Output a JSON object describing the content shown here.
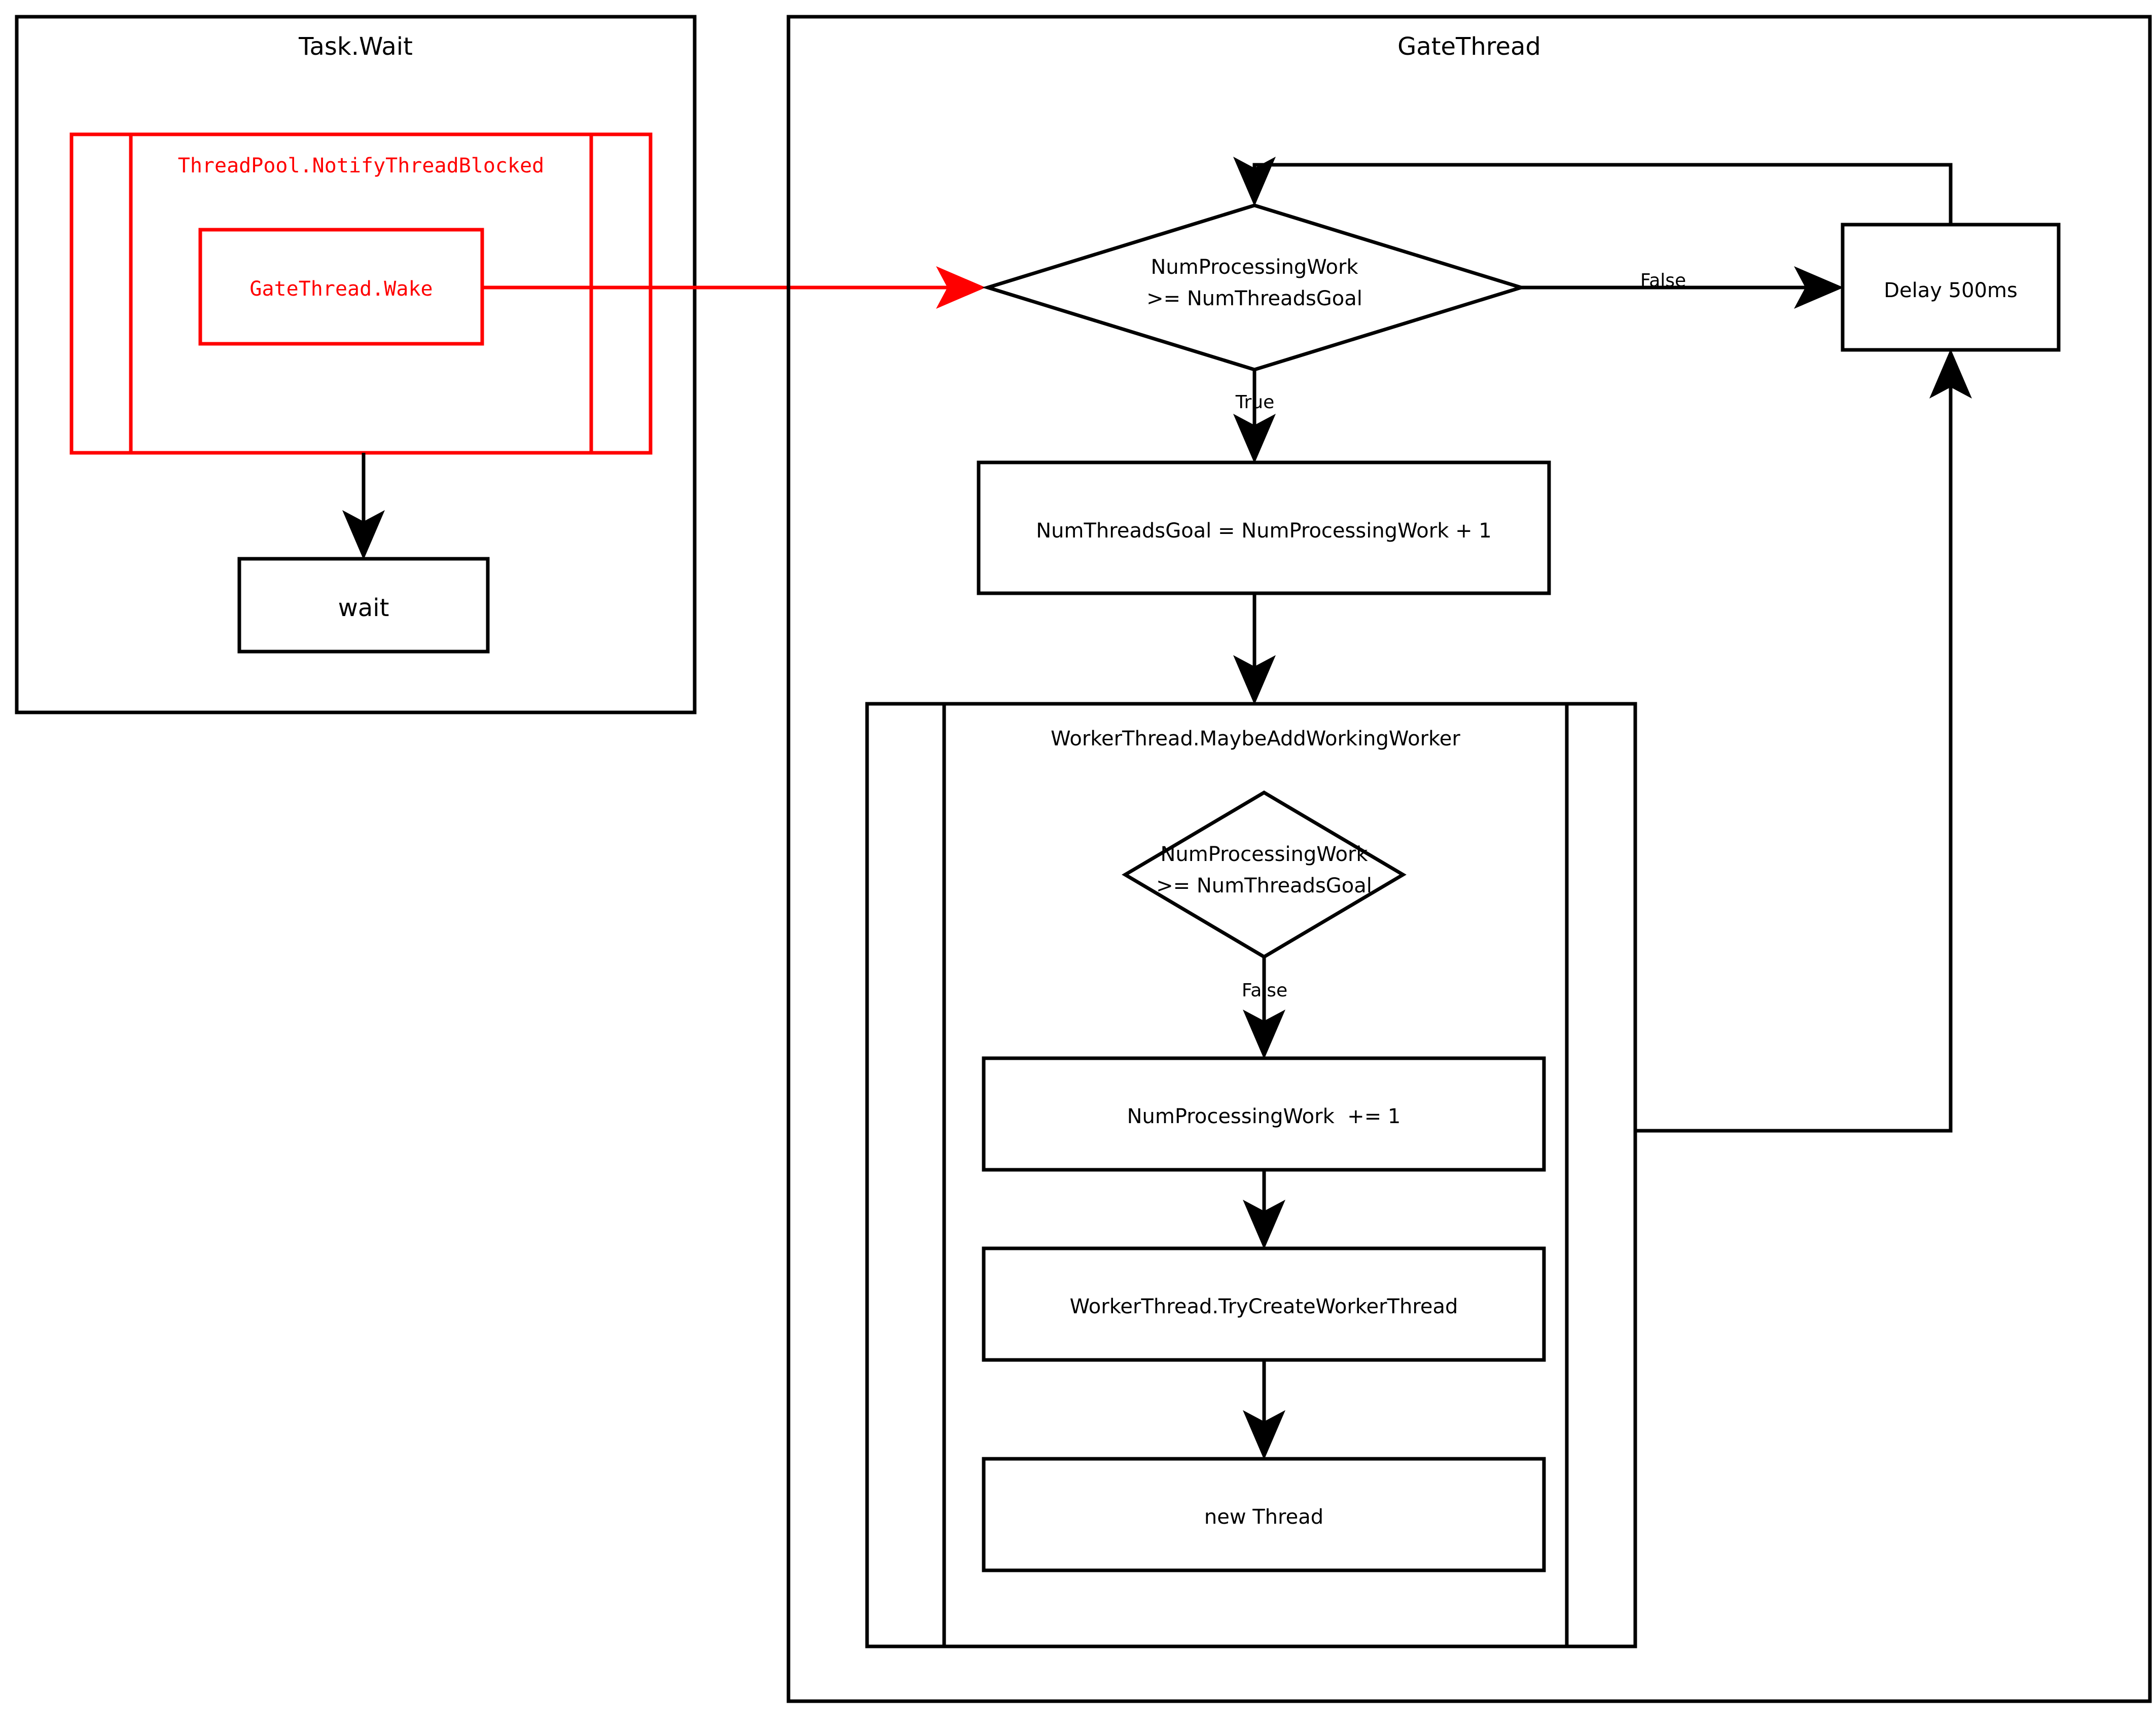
{
  "diagram": {
    "title_left": "Task.Wait",
    "title_right": "GateThread",
    "colors": {
      "stroke": "#000000",
      "highlight": "#ff0000",
      "background": "#ffffff"
    }
  },
  "task_wait": {
    "container_label": "Task.Wait",
    "notify_subroutine_label": "ThreadPool.NotifyThreadBlocked",
    "gatethread_wake_label": "GateThread.Wake",
    "wait_box_label": "wait"
  },
  "gate_thread": {
    "container_label": "GateThread",
    "decision_line1": "NumProcessingWork",
    "decision_line2": ">= NumThreadsGoal",
    "edge_true": "True",
    "edge_false": "False",
    "delay_box_label": "Delay 500ms",
    "assign_box_label": "NumThreadsGoal = NumProcessingWork + 1"
  },
  "maybe_add_working_worker": {
    "subroutine_label": "WorkerThread.MaybeAddWorkingWorker",
    "decision_line1": "NumProcessingWork",
    "decision_line2": ">= NumThreadsGoal",
    "edge_false": "False",
    "increment_box_label": "NumProcessingWork  += 1",
    "try_create_box_label": "WorkerThread.TryCreateWorkerThread",
    "new_thread_box_label": "new Thread"
  }
}
